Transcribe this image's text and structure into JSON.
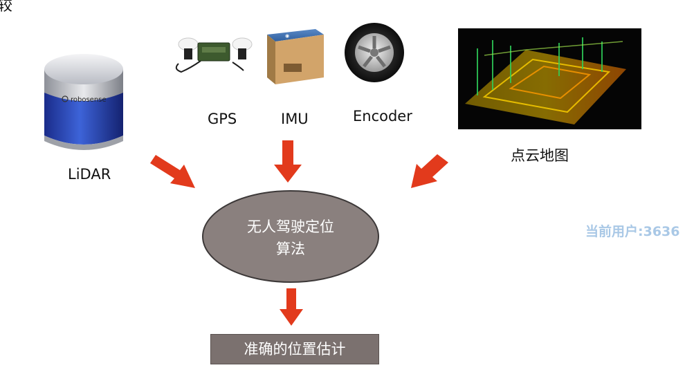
{
  "diagram": {
    "inputs": {
      "lidar": {
        "label": "LiDAR",
        "brand": "robosense"
      },
      "gps": {
        "label": "GPS"
      },
      "imu": {
        "label": "IMU"
      },
      "encoder": {
        "label": "Encoder"
      },
      "pointcloud": {
        "label": "点云地图"
      }
    },
    "process": {
      "line1": "无人驾驶定位",
      "line2": "算法"
    },
    "output": {
      "label": "准确的位置估计"
    },
    "corner_text": "较",
    "watermark": "当前用户:3636"
  },
  "colors": {
    "arrow": "#e23a1c",
    "process_fill": "#8a807e",
    "output_fill": "#7b716f",
    "watermark": "#a9c8e6"
  }
}
